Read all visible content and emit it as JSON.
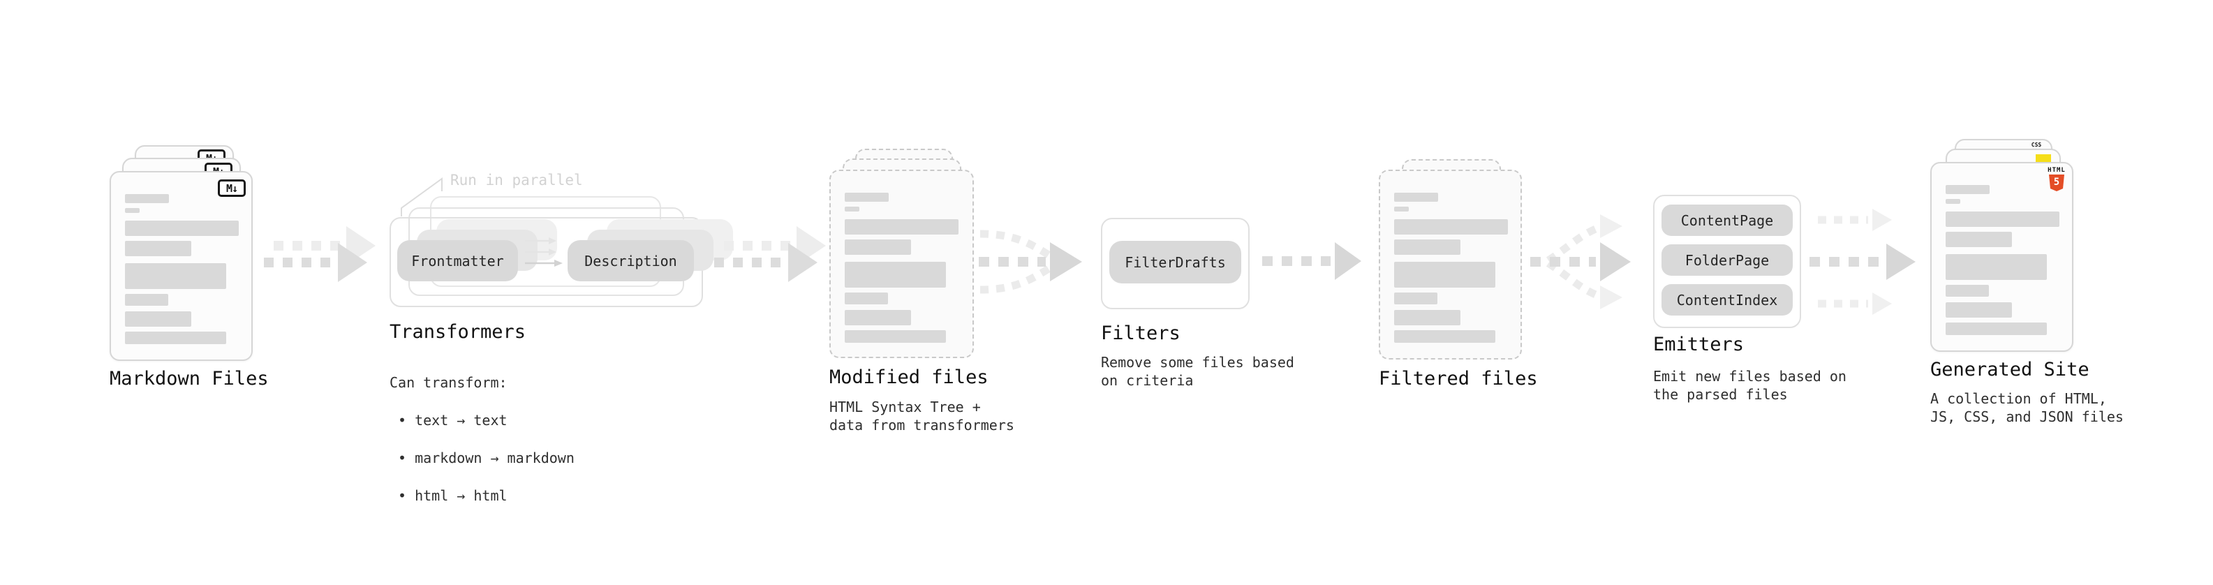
{
  "stages": {
    "markdown": {
      "label": "Markdown Files",
      "badge": "M↓"
    },
    "transformers": {
      "label": "Transformers",
      "annotation": "Run in parallel",
      "pill_left": "Frontmatter",
      "pill_right": "Description",
      "note_title": "Can transform:",
      "bullets": [
        "• text → text",
        "• markdown → markdown",
        "• html → html"
      ]
    },
    "modified": {
      "label": "Modified files",
      "note": "HTML Syntax Tree +\ndata from transformers"
    },
    "filters": {
      "label": "Filters",
      "pill": "FilterDrafts",
      "note": "Remove some files based\non criteria"
    },
    "filtered": {
      "label": "Filtered files"
    },
    "emitters": {
      "label": "Emitters",
      "pills": [
        "ContentPage",
        "FolderPage",
        "ContentIndex"
      ],
      "note": "Emit new files based on\nthe parsed files"
    },
    "generated": {
      "label": "Generated Site",
      "note": "A collection of HTML,\nJS, CSS, and JSON files",
      "badge_css": "CSS",
      "badge_html": "HTML",
      "badge_html_number": "5"
    }
  },
  "colors": {
    "html5_orange": "#e44d26",
    "js_yellow": "#f5de19",
    "css_blue": "#2f62ff",
    "arrow_gray": "#dcdcdc",
    "arrow_light_gray": "#ededed",
    "pill_gray": "#d9d9d9",
    "bar_gray": "#d9d9d9",
    "annotation_gray": "#d2d2d2"
  }
}
